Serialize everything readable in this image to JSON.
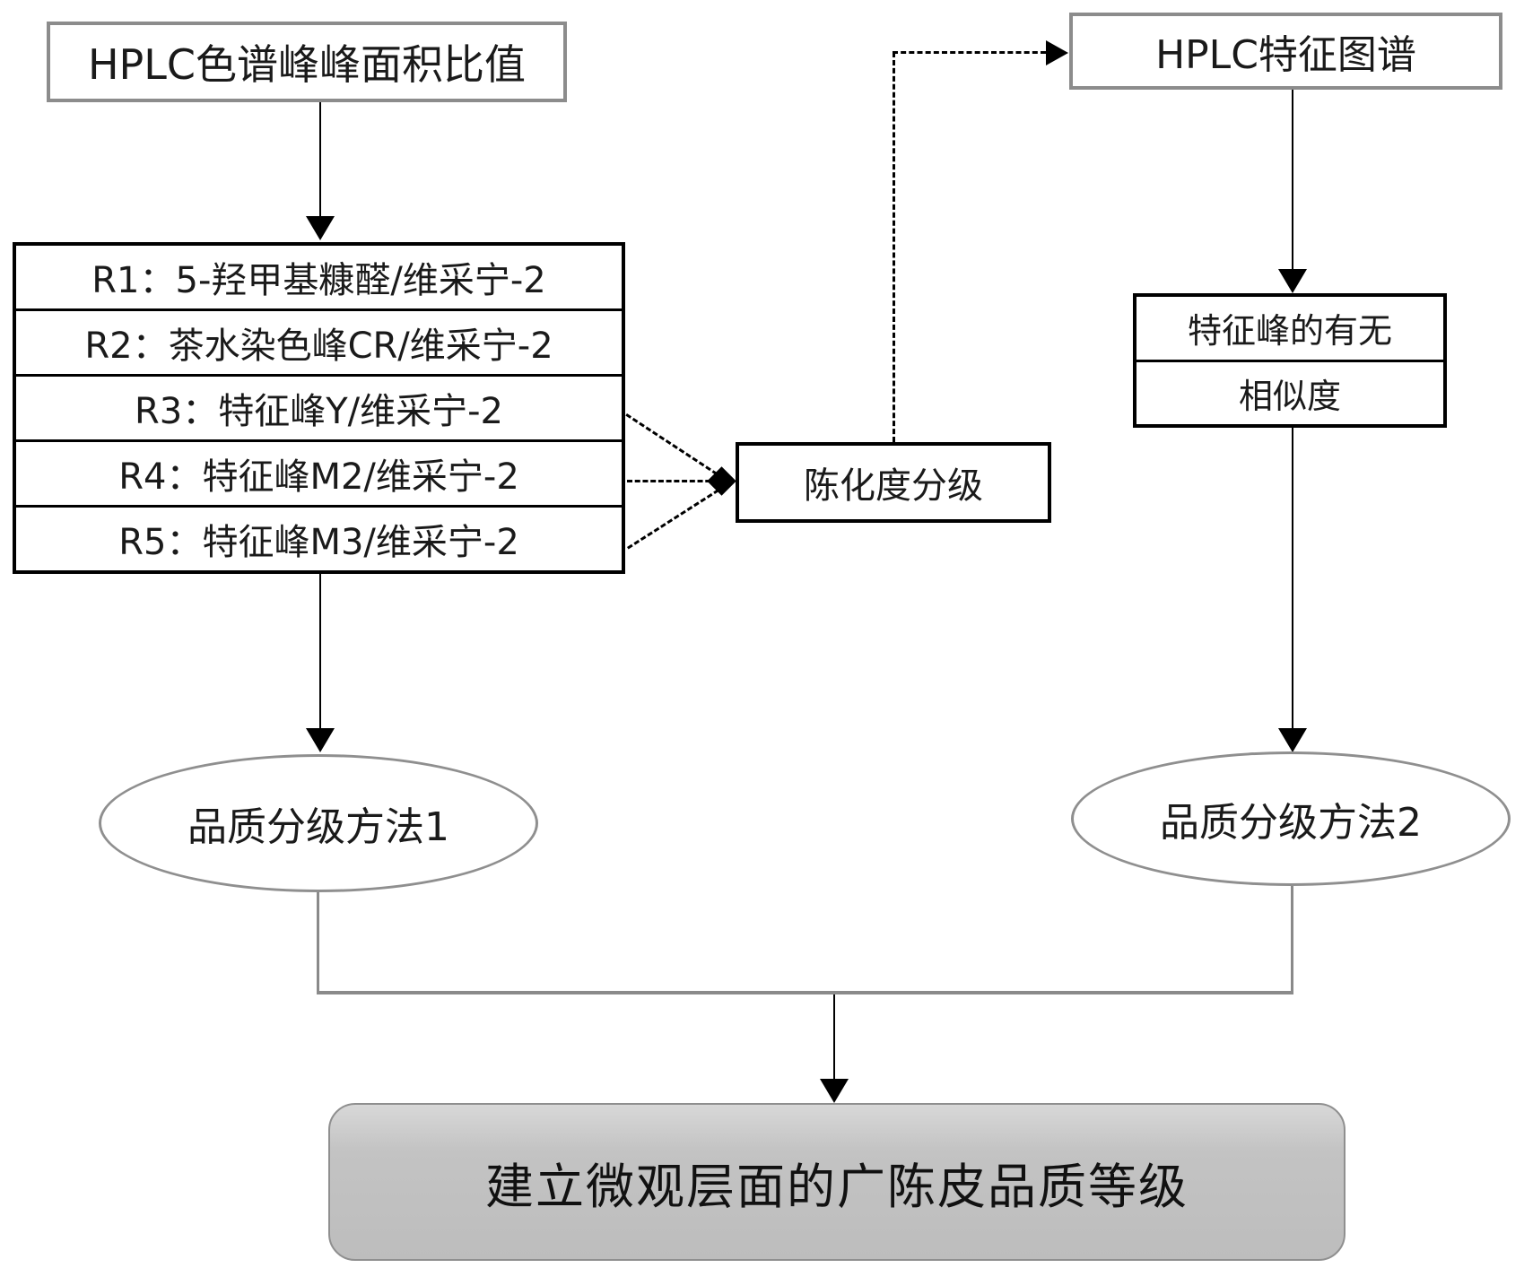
{
  "diagram": {
    "title_implicit": "HPLC-based quality grading flowchart",
    "peak_ratio_box": "HPLC色谱峰峰面积比值",
    "hplc_profile_box": "HPLC特征图谱",
    "ratio_rows": [
      "R1：5-羟甲基糠醛/维采宁-2",
      "R2：茶水染色峰CR/维采宁-2",
      "R3：特征峰Y/维采宁-2",
      "R4：特征峰M2/维采宁-2",
      "R5：特征峰M3/维采宁-2"
    ],
    "aging_box": "陈化度分级",
    "feature_rows": [
      "特征峰的有无",
      "相似度"
    ],
    "method1_ellipse": "品质分级方法1",
    "method2_ellipse": "品质分级方法2",
    "result_box": "建立微观层面的广陈皮品质等级",
    "colors": {
      "node_border_gray": "#8c8c8c",
      "node_border_black": "#000000",
      "connector_gray": "#8a8a8a",
      "result_fill": "#c3c3c3",
      "text": "#1a1a1a"
    }
  }
}
